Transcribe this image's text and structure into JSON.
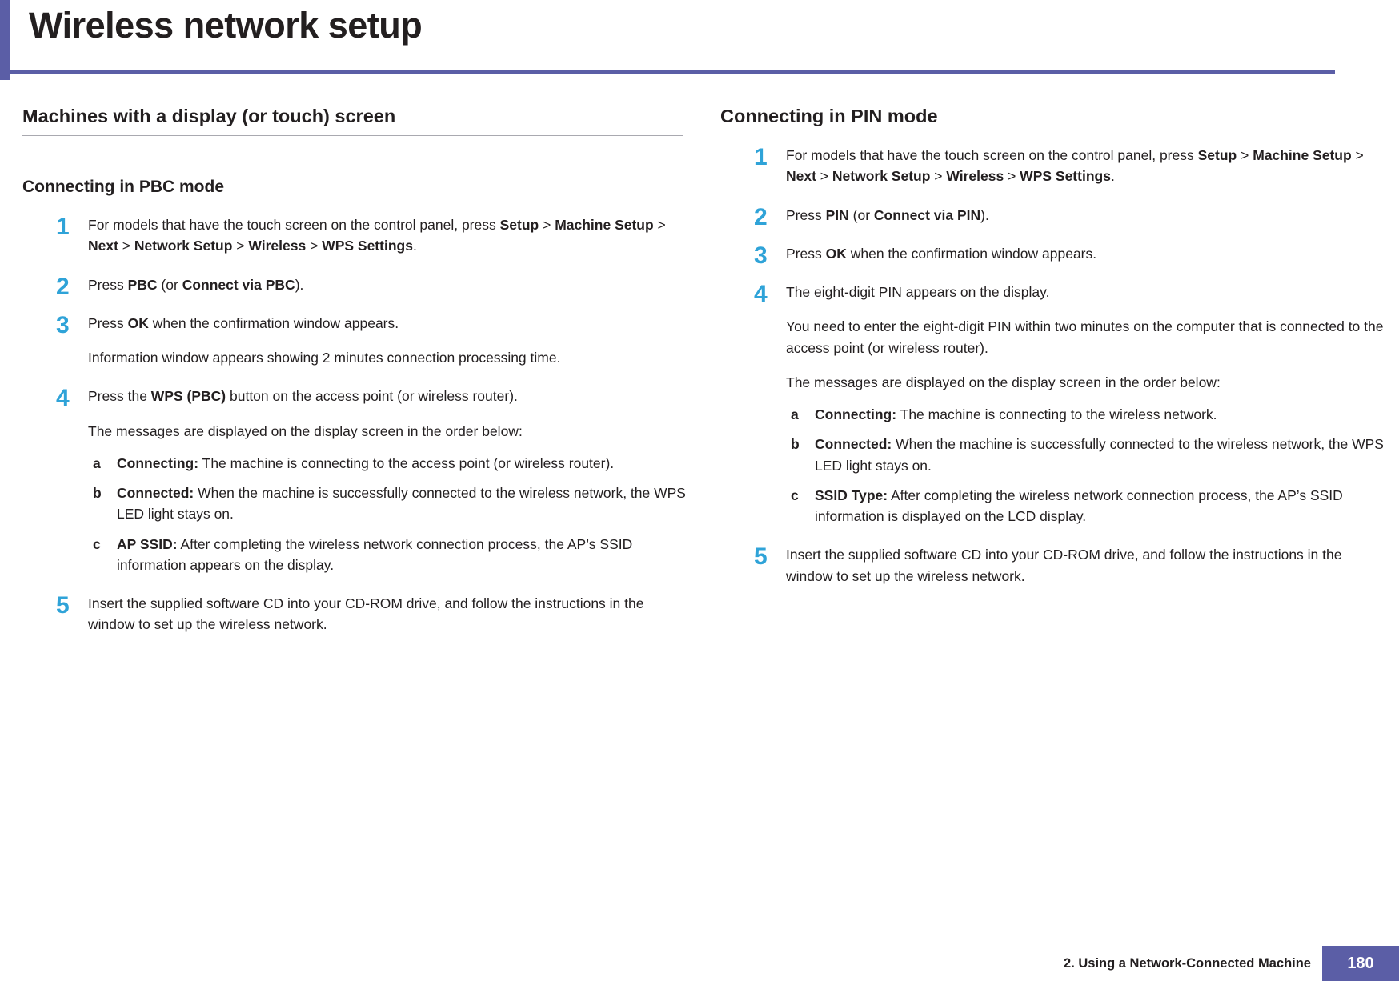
{
  "header": {
    "title": "Wireless network setup"
  },
  "left": {
    "section_heading": "Machines with a display (or touch) screen",
    "subsection_heading": "Connecting in PBC mode",
    "steps": [
      {
        "num": "1",
        "paras": [
          "For models that have the touch screen on the control panel, press <b>Setup</b> > <b>Machine Setup</b> > <b>Next</b> > <b>Network Setup</b> > <b>Wireless</b> > <b>WPS Settings</b>."
        ]
      },
      {
        "num": "2",
        "paras": [
          "Press <b>PBC</b> (or <b>Connect via PBC</b>)."
        ]
      },
      {
        "num": "3",
        "paras": [
          "Press <b>OK</b> when the confirmation window appears.",
          "Information window appears showing 2 minutes connection processing time."
        ]
      },
      {
        "num": "4",
        "paras": [
          "Press the <b>WPS (PBC)</b> button on the access point (or wireless router).",
          "The messages are displayed on the display screen in the order below:"
        ],
        "sublist": [
          {
            "letter": "a",
            "text": "<b>Connecting:</b> The machine is connecting to the access point (or wireless router)."
          },
          {
            "letter": "b",
            "text": "<b>Connected:</b> When the machine is successfully connected to the wireless network, the WPS LED light stays on."
          },
          {
            "letter": "c",
            "text": "<b>AP SSID:</b> After completing the wireless network connection process, the AP’s SSID information appears on the display."
          }
        ]
      },
      {
        "num": "5",
        "paras": [
          "Insert the supplied software CD into your CD-ROM drive, and follow the instructions in the window to set up the wireless network."
        ]
      }
    ]
  },
  "right": {
    "section_heading": "Connecting in PIN mode",
    "steps": [
      {
        "num": "1",
        "paras": [
          "For models that have the touch screen on the control panel, press <b>Setup</b> > <b>Machine Setup</b> > <b>Next</b> > <b>Network Setup</b> > <b>Wireless</b> > <b>WPS Settings</b>."
        ]
      },
      {
        "num": "2",
        "paras": [
          "Press <b>PIN</b> (or <b>Connect via PIN</b>)."
        ]
      },
      {
        "num": "3",
        "paras": [
          "Press <b>OK</b> when the confirmation window appears."
        ]
      },
      {
        "num": "4",
        "paras": [
          "The eight-digit PIN appears on the display.",
          "You need to enter the eight-digit PIN within two minutes on the computer that is connected to the access point (or wireless router).",
          "The messages are displayed on the display screen in the order below:"
        ],
        "sublist": [
          {
            "letter": "a",
            "text": "<b>Connecting:</b> The machine is connecting to the wireless network."
          },
          {
            "letter": "b",
            "text": "<b>Connected:</b> When the machine is successfully connected to the wireless network, the WPS LED light stays on."
          },
          {
            "letter": "c",
            "text": "<b>SSID Type:</b> After completing the wireless network connection process, the AP’s SSID information is displayed on the LCD display."
          }
        ]
      },
      {
        "num": "5",
        "paras": [
          "Insert the supplied software CD into your CD-ROM drive, and follow the instructions in the window to set up the wireless network."
        ]
      }
    ]
  },
  "footer": {
    "chapter_label": "2.  Using a Network-Connected Machine",
    "page_number": "180",
    "accent_color": "#5b5ea6",
    "step_number_color": "#2fa3d8"
  }
}
